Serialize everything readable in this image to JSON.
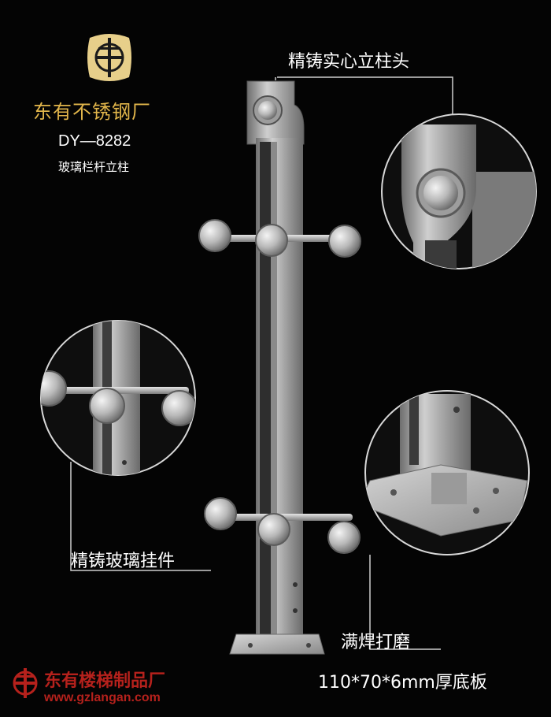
{
  "header": {
    "brand": "东有不锈钢厂",
    "model": "DY—8282",
    "subtitle": "玻璃栏杆立柱"
  },
  "callouts": {
    "post_head": "精铸实心立柱头",
    "glass_hanger": "精铸玻璃挂件",
    "full_weld": "满焊打磨",
    "base_plate": "110*70*6mm厚底板"
  },
  "footer": {
    "brand": "东有楼梯制品厂",
    "url": "www.gzlangan.com"
  },
  "colors": {
    "gold": "#e2b64b",
    "red": "#b5211c",
    "steel": "#9a9a9a"
  }
}
